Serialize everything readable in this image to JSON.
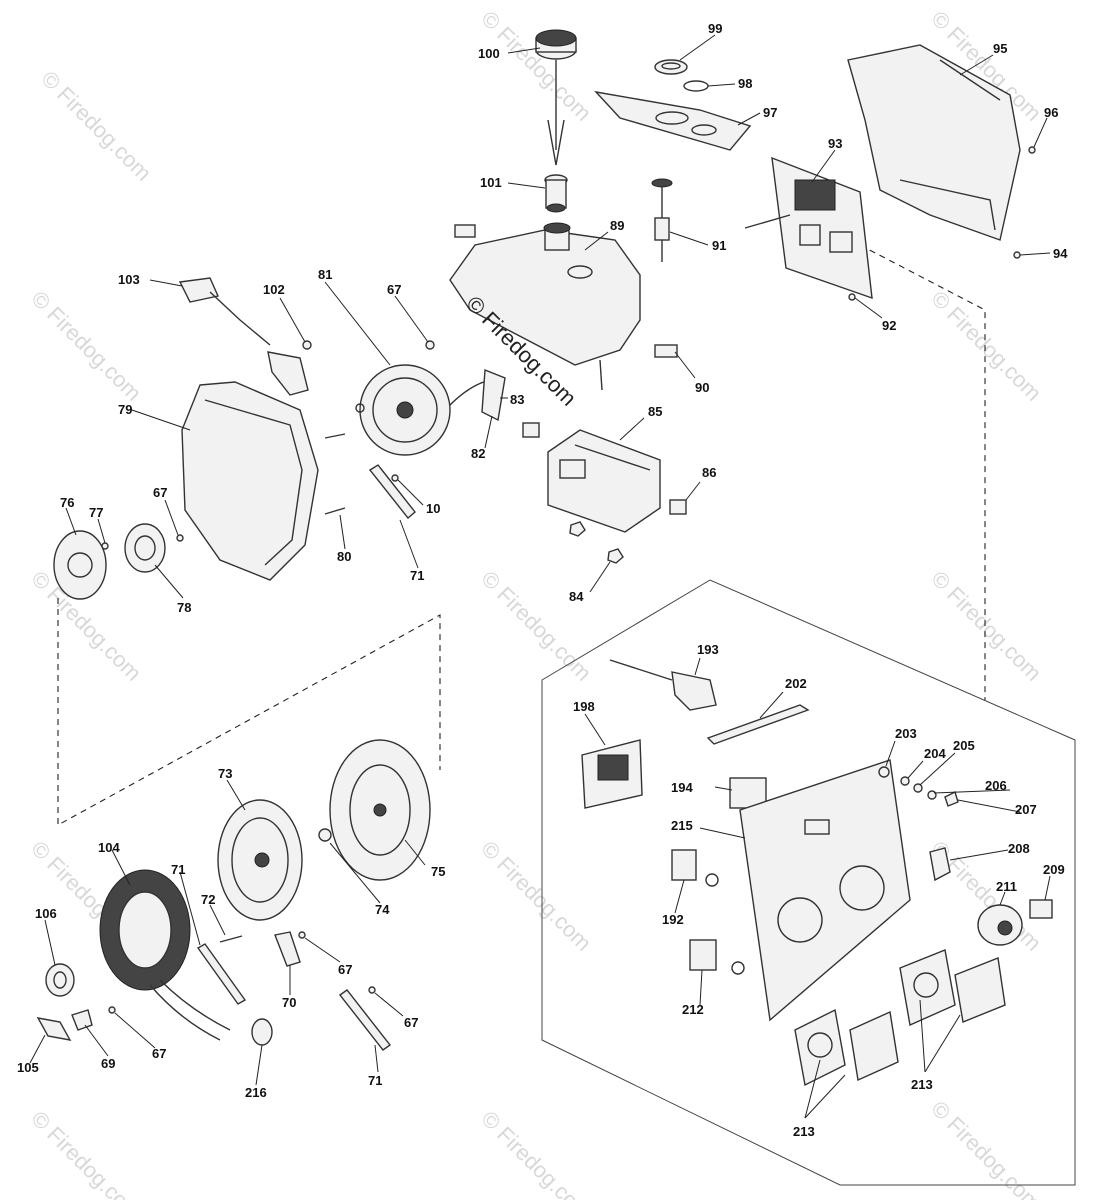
{
  "watermark": {
    "center_text": "© Firedog.com",
    "repeat_text": "© Firedog.com"
  },
  "callouts": {
    "c100": "100",
    "c99": "99",
    "c98": "98",
    "c97": "97",
    "c95": "95",
    "c96": "96",
    "c101": "101",
    "c89": "89",
    "c91": "91",
    "c93": "93",
    "c94": "94",
    "c92": "92",
    "c103": "103",
    "c102": "102",
    "c81": "81",
    "c67a": "67",
    "c90": "90",
    "c79": "79",
    "c83": "83",
    "c82": "82",
    "c85": "85",
    "c10": "10",
    "c86": "86",
    "c76": "76",
    "c77": "77",
    "c67b": "67",
    "c80": "80",
    "c71a": "71",
    "c78": "78",
    "c84": "84",
    "c193": "193",
    "c202": "202",
    "c198": "198",
    "c203": "203",
    "c204": "204",
    "c205": "205",
    "c206": "206",
    "c207": "207",
    "c194": "194",
    "c215": "215",
    "c208": "208",
    "c73": "73",
    "c104": "104",
    "c75": "75",
    "c209": "209",
    "c211": "211",
    "c192": "192",
    "c71b": "71",
    "c72": "72",
    "c74": "74",
    "c106": "106",
    "c67c": "67",
    "c70": "70",
    "c212": "212",
    "c67d": "67",
    "c105": "105",
    "c69": "69",
    "c67e": "67",
    "c71c": "71",
    "c216": "216",
    "c213a": "213",
    "c213b": "213"
  }
}
